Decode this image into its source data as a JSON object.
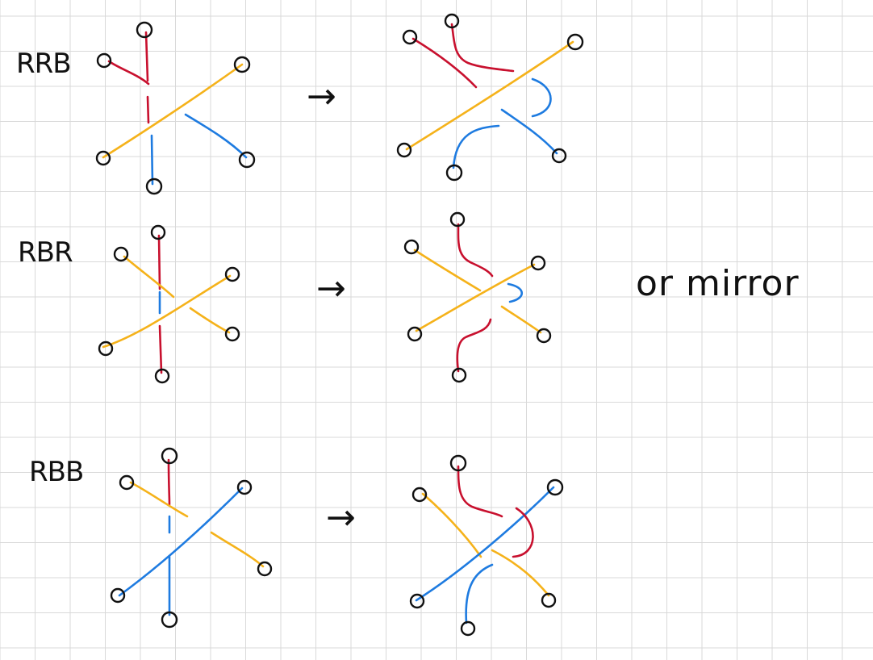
{
  "colors": {
    "red": "#c8102e",
    "yellow": "#f5b21a",
    "blue": "#1e7be0",
    "grid": "#d9d9d9",
    "ink": "#111111"
  },
  "rows": [
    {
      "label": "RRB",
      "arrow": "→"
    },
    {
      "label": "RBR",
      "arrow": "→"
    },
    {
      "label": "RBB",
      "arrow": "→"
    }
  ],
  "note": "or  mirror"
}
